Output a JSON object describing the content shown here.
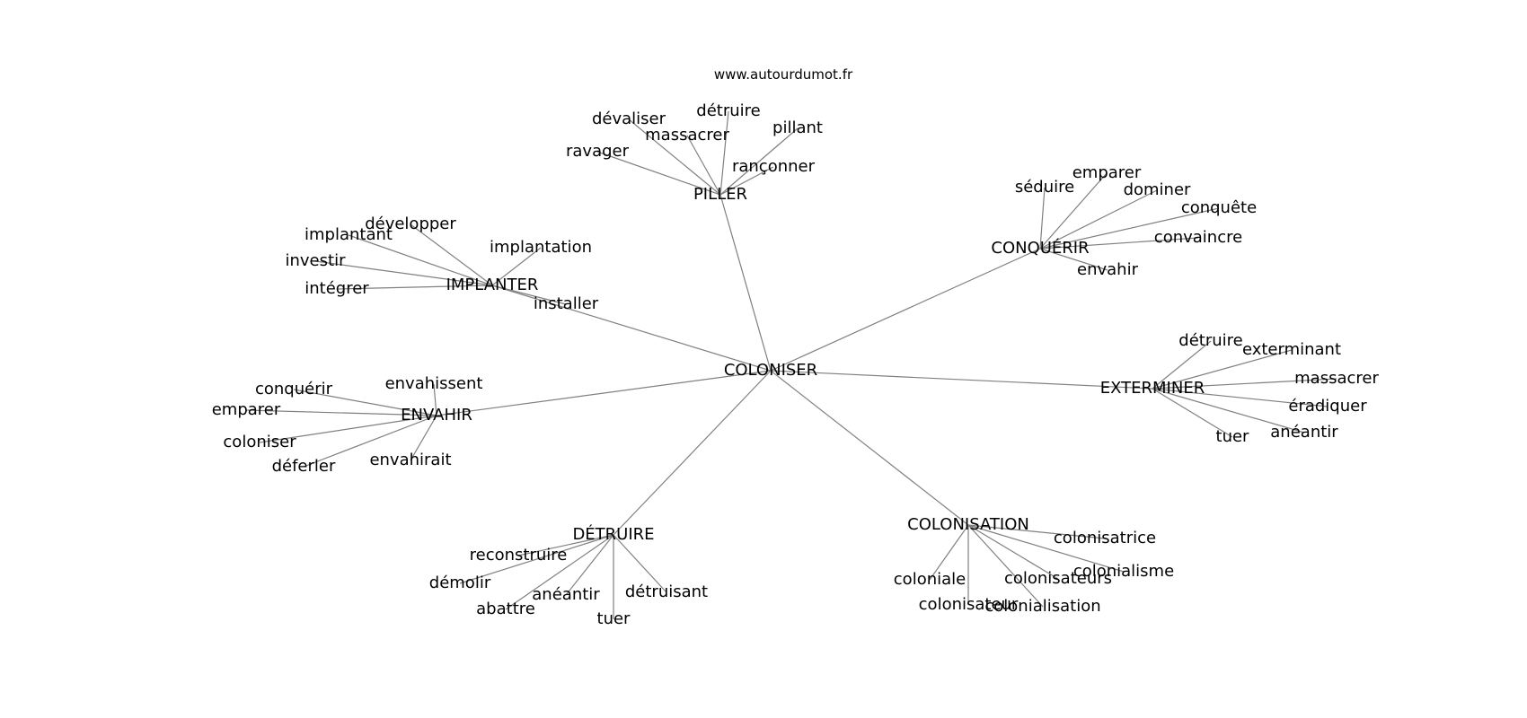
{
  "site": "www.autourdumot.fr",
  "center": "COLONISER",
  "groups": [
    {
      "hub": "PILLER",
      "leaves": [
        "dévaliser",
        "détruire",
        "pillant",
        "massacrer",
        "ravager",
        "rançonner"
      ]
    },
    {
      "hub": "CONQUÉRIR",
      "leaves": [
        "emparer",
        "séduire",
        "dominer",
        "conquête",
        "convaincre",
        "envahir"
      ]
    },
    {
      "hub": "IMPLANTER",
      "leaves": [
        "développer",
        "implantant",
        "implantation",
        "investir",
        "intégrer",
        "installer"
      ]
    },
    {
      "hub": "EXTERMINER",
      "leaves": [
        "détruire",
        "exterminant",
        "massacrer",
        "éradiquer",
        "anéantir",
        "tuer"
      ]
    },
    {
      "hub": "ENVAHIR",
      "leaves": [
        "envahissent",
        "conquérir",
        "emparer",
        "coloniser",
        "déferler",
        "envahirait"
      ]
    },
    {
      "hub": "DÉTRUIRE",
      "leaves": [
        "reconstruire",
        "démolir",
        "anéantir",
        "détruisant",
        "abattre",
        "tuer"
      ]
    },
    {
      "hub": "COLONISATION",
      "leaves": [
        "colonisatrice",
        "colonialisme",
        "colonisateurs",
        "coloniale",
        "colonisateur",
        "colonialisation"
      ]
    }
  ]
}
